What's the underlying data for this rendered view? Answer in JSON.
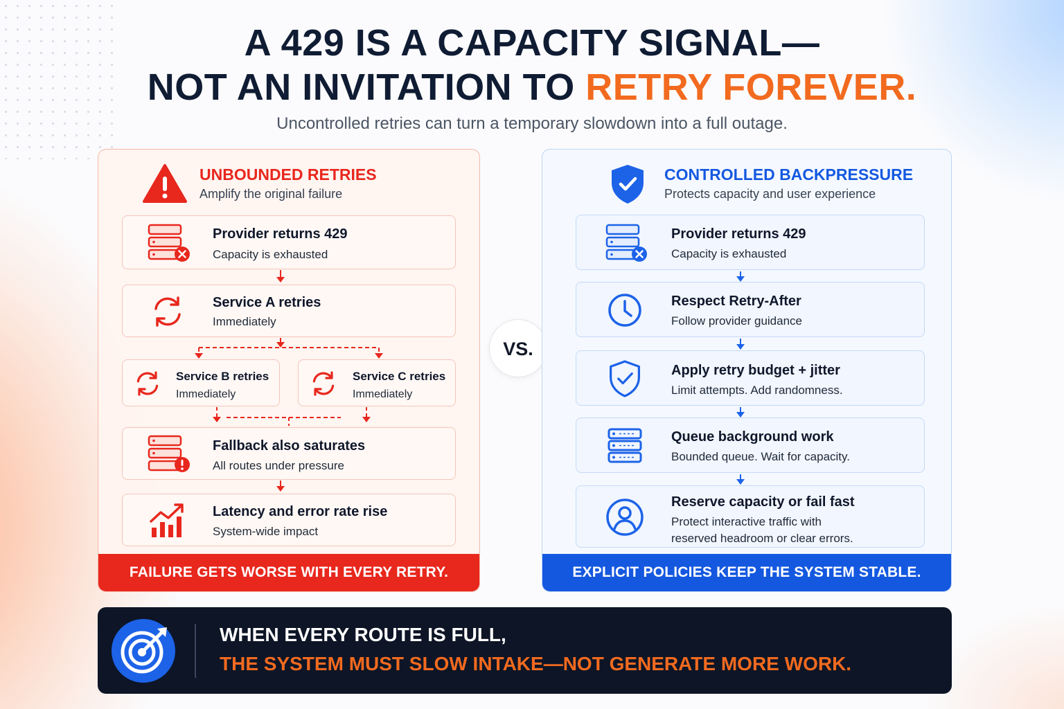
{
  "title": {
    "line1": "A 429 IS A CAPACITY SIGNAL—",
    "line2_prefix": "NOT AN INVITATION TO ",
    "line2_accent": "RETRY FOREVER."
  },
  "subtitle": "Uncontrolled retries can turn a temporary slowdown into a full outage.",
  "left_panel": {
    "title": "UNBOUNDED RETRIES",
    "subtitle": "Amplify the original failure",
    "accent_color": "#e8271d",
    "steps": [
      {
        "title": "Provider returns 429",
        "subtitle": "Capacity is exhausted",
        "icon": "server-error-icon"
      },
      {
        "title": "Service A retries",
        "subtitle": "Immediately",
        "icon": "retry-icon"
      },
      {
        "title": "Service B retries",
        "subtitle": "Immediately",
        "icon": "retry-icon"
      },
      {
        "title": "Service C retries",
        "subtitle": "Immediately",
        "icon": "retry-icon"
      },
      {
        "title": "Fallback also saturates",
        "subtitle": "All routes under pressure",
        "icon": "server-warning-icon"
      },
      {
        "title": "Latency and error rate rise",
        "subtitle": "System-wide impact",
        "icon": "rising-chart-icon"
      }
    ],
    "footer": "FAILURE GETS WORSE WITH EVERY RETRY."
  },
  "vs_label": "VS.",
  "right_panel": {
    "title": "CONTROLLED BACKPRESSURE",
    "subtitle": "Protects capacity and user experience",
    "accent_color": "#1458e0",
    "steps": [
      {
        "title": "Provider returns 429",
        "subtitle": "Capacity is exhausted",
        "icon": "server-error-icon"
      },
      {
        "title": "Respect Retry-After",
        "subtitle": "Follow provider guidance",
        "icon": "clock-icon"
      },
      {
        "title": "Apply retry budget + jitter",
        "subtitle": "Limit attempts. Add randomness.",
        "icon": "shield-check-icon"
      },
      {
        "title": "Queue background work",
        "subtitle": "Bounded queue. Wait for capacity.",
        "icon": "queue-icon"
      },
      {
        "title": "Reserve capacity or fail fast",
        "subtitle_line1": "Protect interactive traffic with",
        "subtitle_line2": "reserved headroom or clear errors.",
        "icon": "user-icon"
      }
    ],
    "footer": "EXPLICIT POLICIES KEEP THE SYSTEM STABLE."
  },
  "banner": {
    "line1": "WHEN EVERY ROUTE IS FULL,",
    "line2": "THE SYSTEM MUST SLOW INTAKE—NOT GENERATE MORE WORK.",
    "icon": "target-icon"
  }
}
